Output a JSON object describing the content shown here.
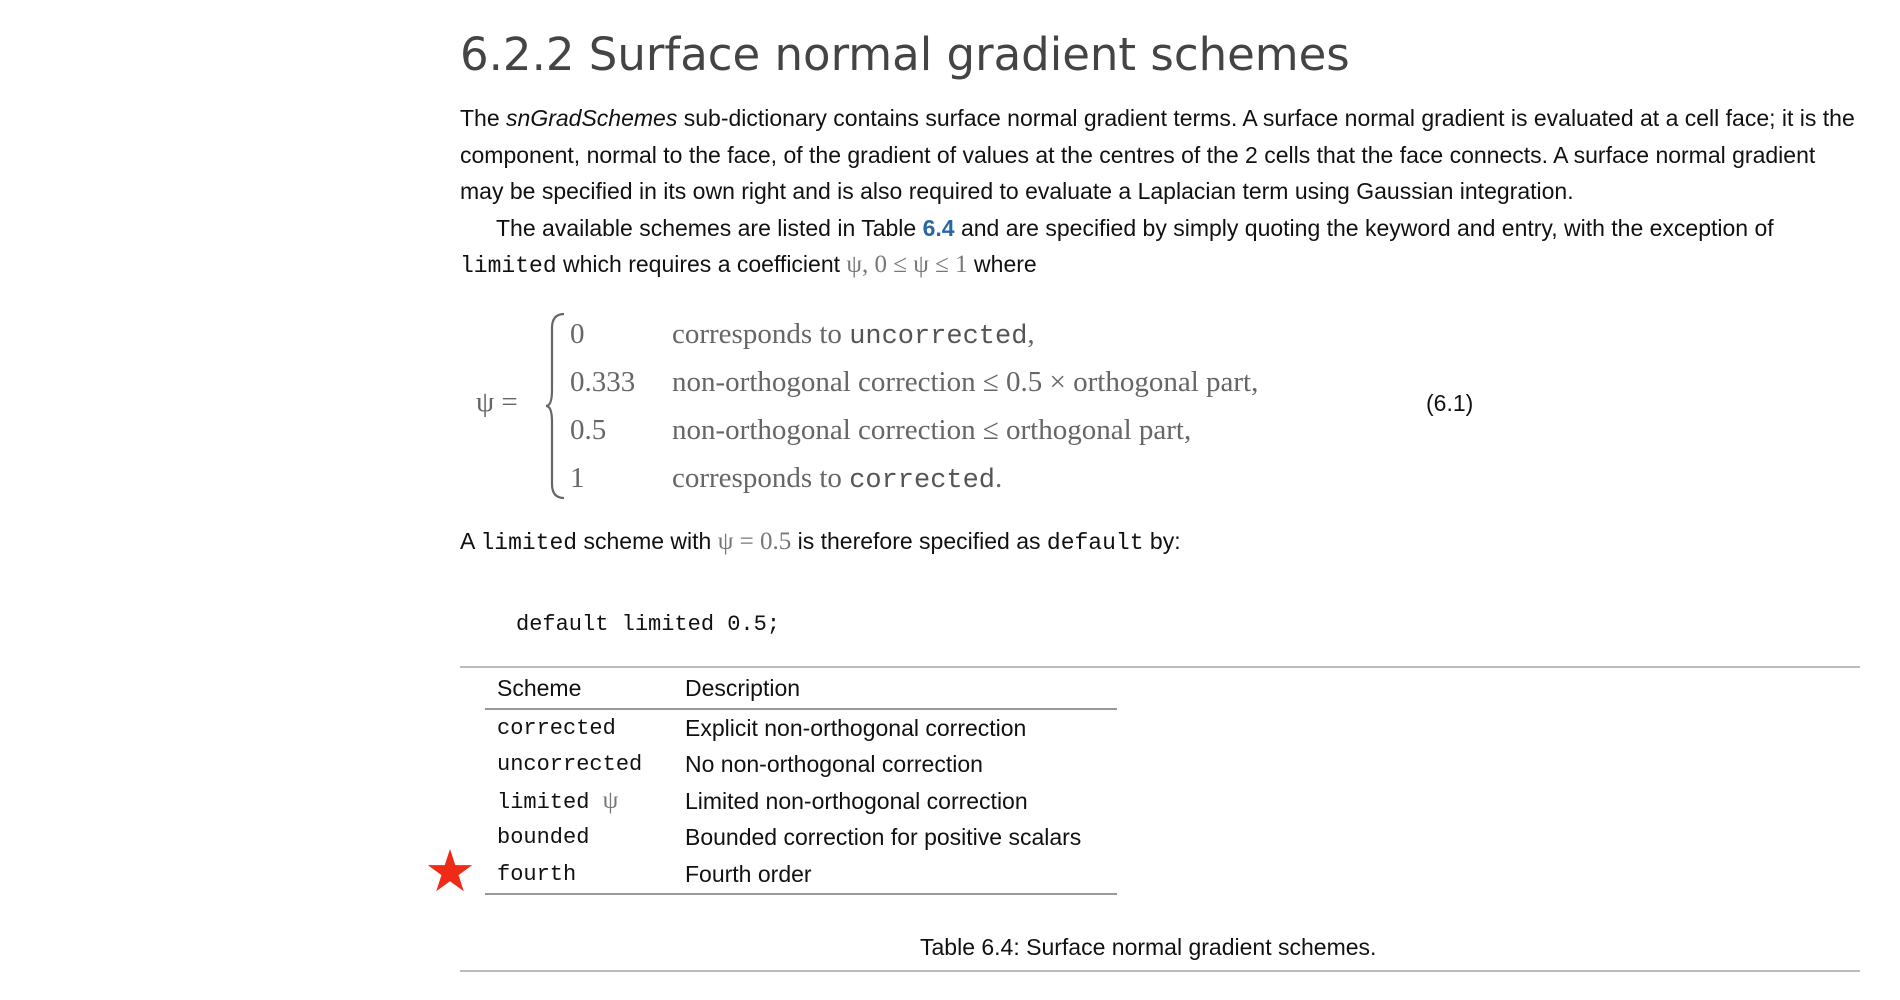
{
  "section": {
    "title": "6.2.2 Surface normal gradient schemes"
  },
  "paragraph1": {
    "before": "The ",
    "term": "snGradSchemes",
    "after": " sub-dictionary contains surface normal gradient terms. A surface normal gradient is evaluated at a cell face; it is the component, normal to the face, of the gradient of values at the centres of the 2 cells that the face connects. A surface normal gradient may be specified in its own right and is also required to evaluate a Laplacian term using Gaussian integration."
  },
  "paragraph2": {
    "before": "The available schemes are listed in Table ",
    "table_ref": "6.4",
    "middle": " and are specified by simply quoting the keyword and entry, with the exception of ",
    "keyword": "limited",
    "after": " which requires a coefficient ",
    "coefficient_math": "ψ, 0 ≤ ψ ≤ 1",
    "end": " where"
  },
  "equation": {
    "lhs": "ψ =",
    "brace": "{",
    "number": "(6.1)",
    "cases": [
      {
        "value": "0",
        "desc_before": "corresponds to ",
        "desc_code": "uncorrected",
        "desc_after": ","
      },
      {
        "value": "0.333",
        "desc_before": "non-orthogonal correction ≤ 0.5 × orthogonal part,",
        "desc_code": "",
        "desc_after": ""
      },
      {
        "value": "0.5",
        "desc_before": "non-orthogonal correction ≤ orthogonal part,",
        "desc_code": "",
        "desc_after": ""
      },
      {
        "value": "1",
        "desc_before": "corresponds to ",
        "desc_code": "corrected",
        "desc_after": "."
      }
    ]
  },
  "paragraph3": {
    "p1": "A ",
    "code1": "limited",
    "p2": " scheme with ",
    "math": "ψ = 0.5",
    "p3": " is therefore specified as ",
    "code2": "default",
    "p4": " by:"
  },
  "code_example": "default limited 0.5;",
  "table": {
    "headers": [
      "Scheme",
      "Description"
    ],
    "rows": [
      {
        "scheme": "corrected",
        "suffix": "",
        "description": "Explicit non-orthogonal correction"
      },
      {
        "scheme": "uncorrected",
        "suffix": "",
        "description": "No non-orthogonal correction"
      },
      {
        "scheme": "limited",
        "suffix": "ψ",
        "description": "Limited non-orthogonal correction"
      },
      {
        "scheme": "bounded",
        "suffix": "",
        "description": "Bounded correction for positive scalars"
      },
      {
        "scheme": "fourth",
        "suffix": "",
        "description": "Fourth order"
      }
    ],
    "caption": "Table 6.4: Surface normal gradient schemes."
  },
  "marker": {
    "glyph": "★",
    "color": "#ef2a17",
    "row": "fourth"
  }
}
